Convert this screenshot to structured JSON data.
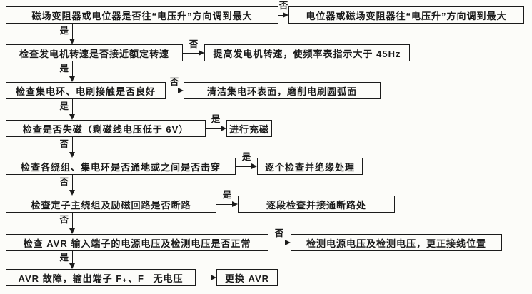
{
  "diagram": {
    "type": "flowchart",
    "language": "zh-CN",
    "colors": {
      "ink": "#1b1b1b",
      "paper": "#fcfcf9"
    },
    "steps": [
      {
        "left": "磁场变阻器或电位器是否往“电压升”方向调到最大",
        "branch_label": "否",
        "right": "电位器或磁场变阻器往“电压升”方向调到最大",
        "down_label": "是"
      },
      {
        "left": "检查发电机转速是否接近额定转速",
        "branch_label": "否",
        "right": "提高发电机转速，使频率表指示大于 45Hz",
        "down_label": "是"
      },
      {
        "left": "检查集电环、电刷接触是否良好",
        "branch_label": "否",
        "right": "清洁集电环表面，磨削电刷圆弧面",
        "down_label": "是"
      },
      {
        "left": "检查是否失磁（剩磁线电压低于 6V）",
        "branch_label": "是",
        "right": "进行充磁",
        "down_label": "否"
      },
      {
        "left": "检查各绕组、集电环是否通地或之间是否击穿",
        "branch_label": "是",
        "right": "逐个检查并绝缘处理",
        "down_label": "否"
      },
      {
        "left": "检查定子主绕组及励磁回路是否断路",
        "branch_label": "是",
        "right": "逐段检查并接通断路处",
        "down_label": "否"
      },
      {
        "left": "检查 AVR 输入端子的电源电压及检测电压是否正常",
        "branch_label": "否",
        "right": "检测电源电压及检测电压，更正接线位置",
        "down_label": "是"
      },
      {
        "left": "AVR 故障，输出端子 F₊、F₋ 无电压",
        "branch_label": "",
        "right": "更换 AVR",
        "down_label": ""
      }
    ]
  }
}
